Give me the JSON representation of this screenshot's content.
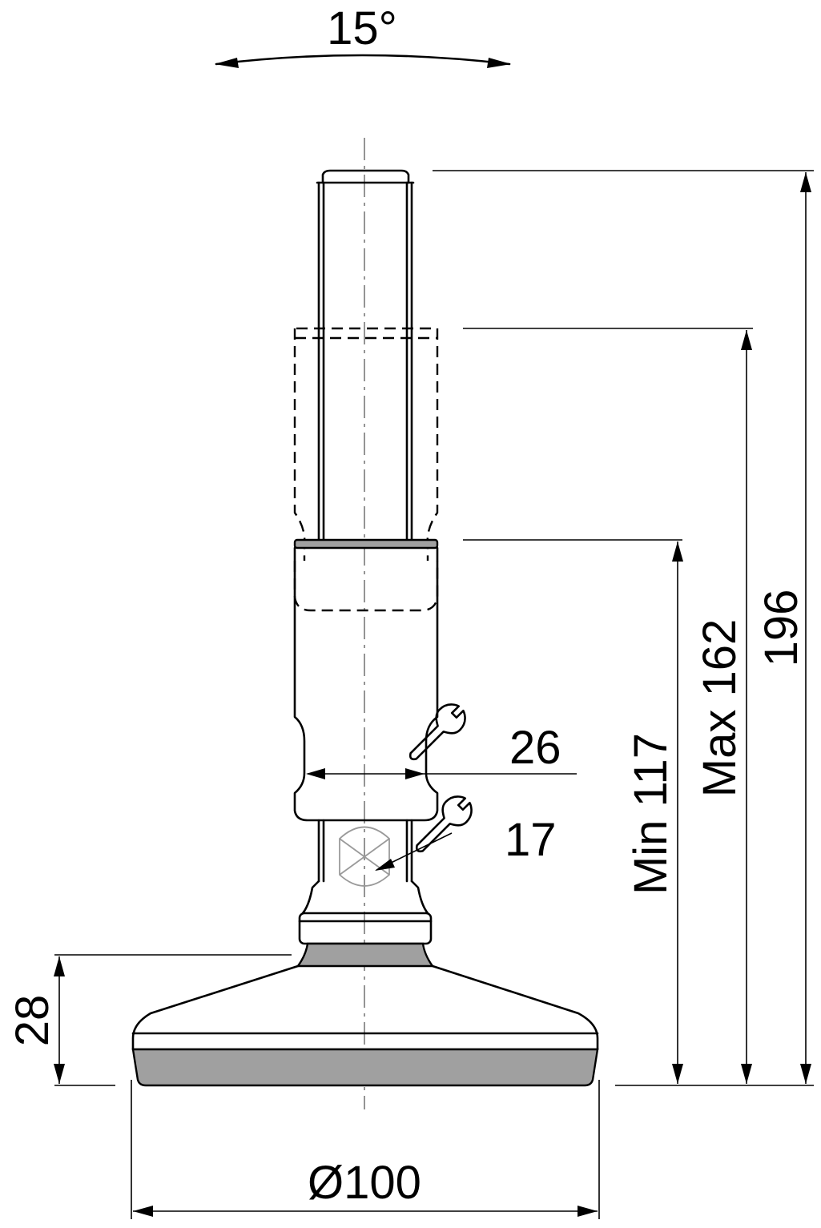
{
  "drawing": {
    "angle_label": "15°",
    "dimensions": {
      "total_height": "196",
      "max_height": "Max 162",
      "min_height": "Min 117",
      "base_height": "28",
      "base_diameter": "Ø100",
      "wrench_upper": "26",
      "wrench_lower": "17"
    },
    "icons": {
      "wrench_upper": "wrench-icon",
      "wrench_lower": "wrench-icon"
    },
    "colors": {
      "line": "#000000",
      "fill_grey": "#a0a0a0",
      "center_line": "#888888"
    }
  }
}
